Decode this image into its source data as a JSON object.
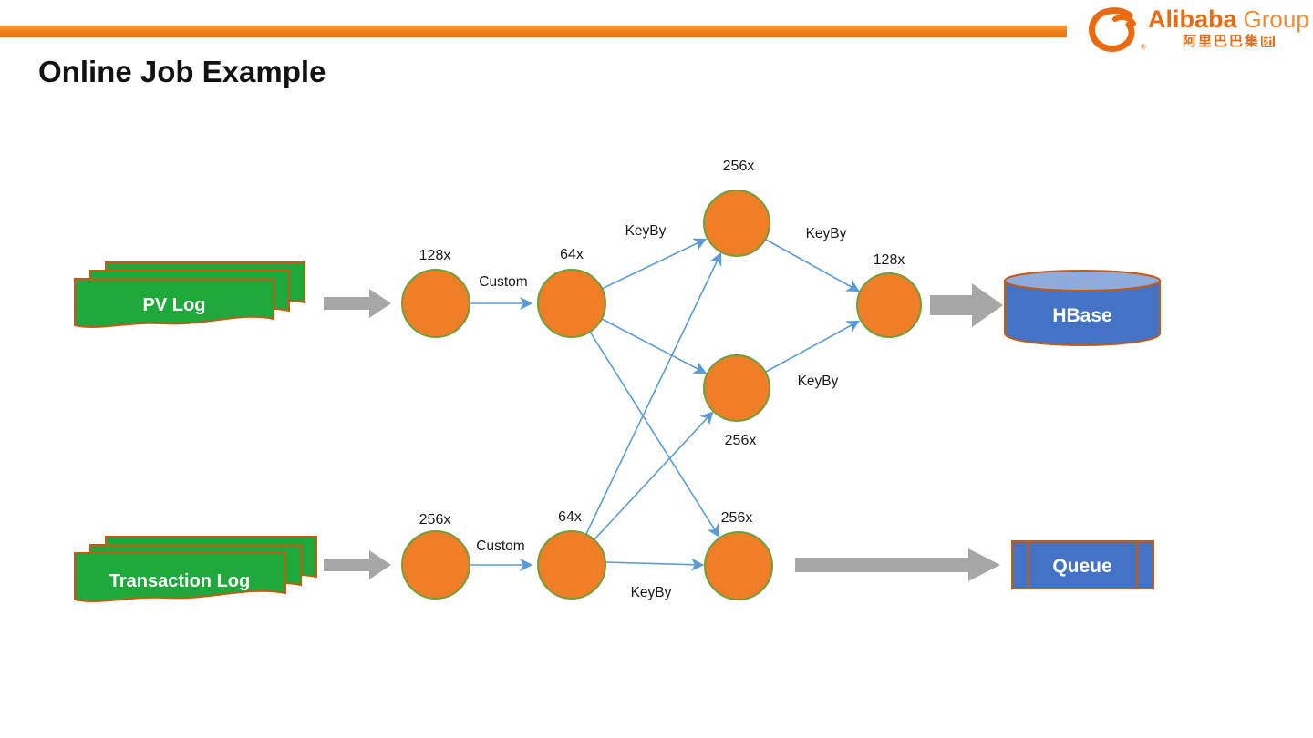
{
  "slide": {
    "title": "Online Job Example"
  },
  "logo": {
    "brand": "Alibaba",
    "brand_suffix": "Group",
    "chinese": "阿里巴巴集",
    "chinese_boxed": "团",
    "registered": "®"
  },
  "colors": {
    "accent_orange_bar": "#EE7F1D",
    "node_fill": "#F07E26",
    "node_border": "#6E9F3A",
    "edge_blue": "#5B9BD5",
    "block_arrow_gray": "#A6A6A6",
    "doc_green": "#1FA83C",
    "doc_border": "#C55A11",
    "db_blue": "#4472C4",
    "db_top_blue": "#8FAADC",
    "logo_orange": "#E96A10"
  },
  "diagram": {
    "sources": [
      {
        "id": "pv-log",
        "label": "PV Log"
      },
      {
        "id": "transaction-log",
        "label": "Transaction Log"
      }
    ],
    "nodes": [
      {
        "id": "pv-source",
        "parallelism": "128x"
      },
      {
        "id": "pv-custom",
        "parallelism": "64x"
      },
      {
        "id": "keyby-top",
        "parallelism": "256x"
      },
      {
        "id": "keyby-mid",
        "parallelism": "256x"
      },
      {
        "id": "keyby-bottom",
        "parallelism": "256x"
      },
      {
        "id": "txn-source",
        "parallelism": "256x"
      },
      {
        "id": "txn-custom",
        "parallelism": "64x"
      },
      {
        "id": "sink-agg",
        "parallelism": "128x"
      }
    ],
    "edge_labels": {
      "custom_top": "Custom",
      "custom_bottom": "Custom",
      "keyby_top_in": "KeyBy",
      "keyby_top_out": "KeyBy",
      "keyby_mid_out": "KeyBy",
      "keyby_bottom": "KeyBy"
    },
    "sinks": [
      {
        "id": "hbase",
        "label": "HBase"
      },
      {
        "id": "queue",
        "label": "Queue"
      }
    ]
  }
}
